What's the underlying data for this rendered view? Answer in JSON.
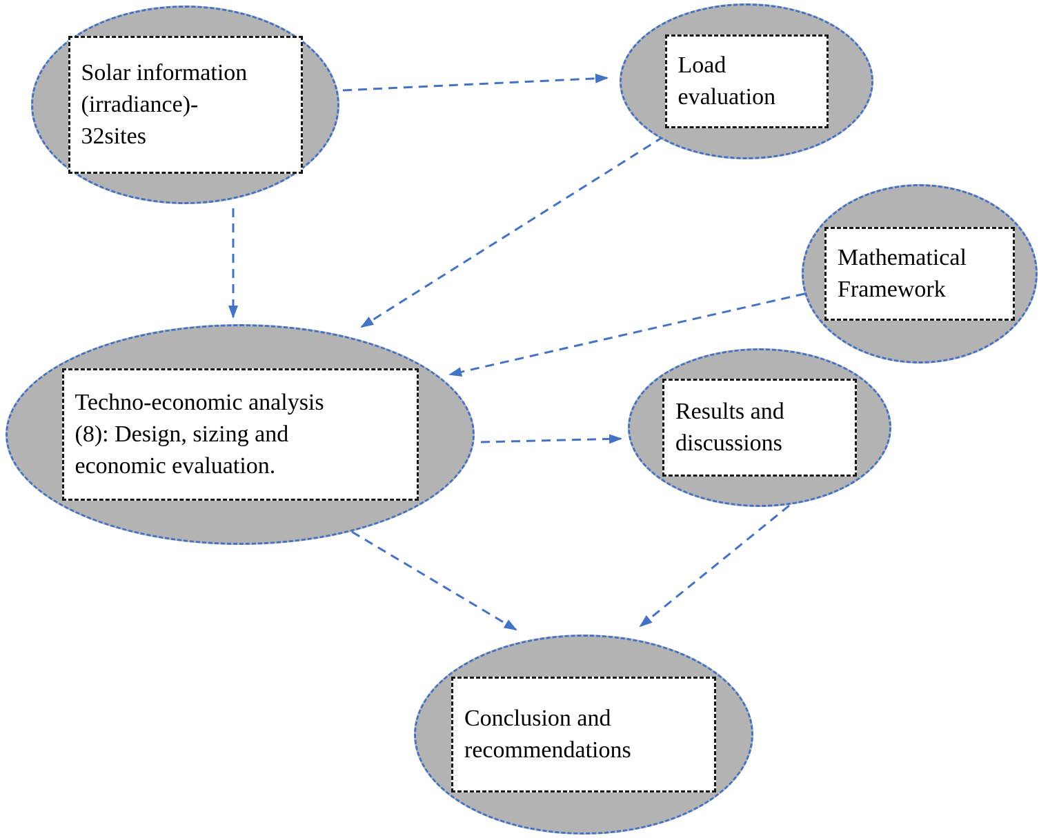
{
  "diagram": {
    "type": "flowchart",
    "nodes": [
      {
        "id": "solar-information",
        "label": "Solar information\n(irradiance)-\n32sites"
      },
      {
        "id": "load-evaluation",
        "label": "Load\nevaluation"
      },
      {
        "id": "mathematical-framework",
        "label": "Mathematical\nFramework"
      },
      {
        "id": "techno-economic-analysis",
        "label": "Techno-economic analysis\n(8): Design, sizing and\neconomic evaluation."
      },
      {
        "id": "results-and-discussions",
        "label": "Results and\ndiscussions"
      },
      {
        "id": "conclusion-recommendations",
        "label": "Conclusion and\nrecommendations"
      }
    ],
    "edges": [
      {
        "from": "solar-information",
        "to": "load-evaluation"
      },
      {
        "from": "solar-information",
        "to": "techno-economic-analysis"
      },
      {
        "from": "load-evaluation",
        "to": "techno-economic-analysis"
      },
      {
        "from": "mathematical-framework",
        "to": "techno-economic-analysis"
      },
      {
        "from": "techno-economic-analysis",
        "to": "results-and-discussions"
      },
      {
        "from": "techno-economic-analysis",
        "to": "conclusion-recommendations"
      },
      {
        "from": "results-and-discussions",
        "to": "conclusion-recommendations"
      }
    ],
    "colors": {
      "ellipse_fill": "#b3b3b3",
      "ellipse_border": "#4472c4",
      "arrow": "#4472c4",
      "label_border": "#161616",
      "label_fill": "#ffffff",
      "text": "#000000"
    }
  }
}
